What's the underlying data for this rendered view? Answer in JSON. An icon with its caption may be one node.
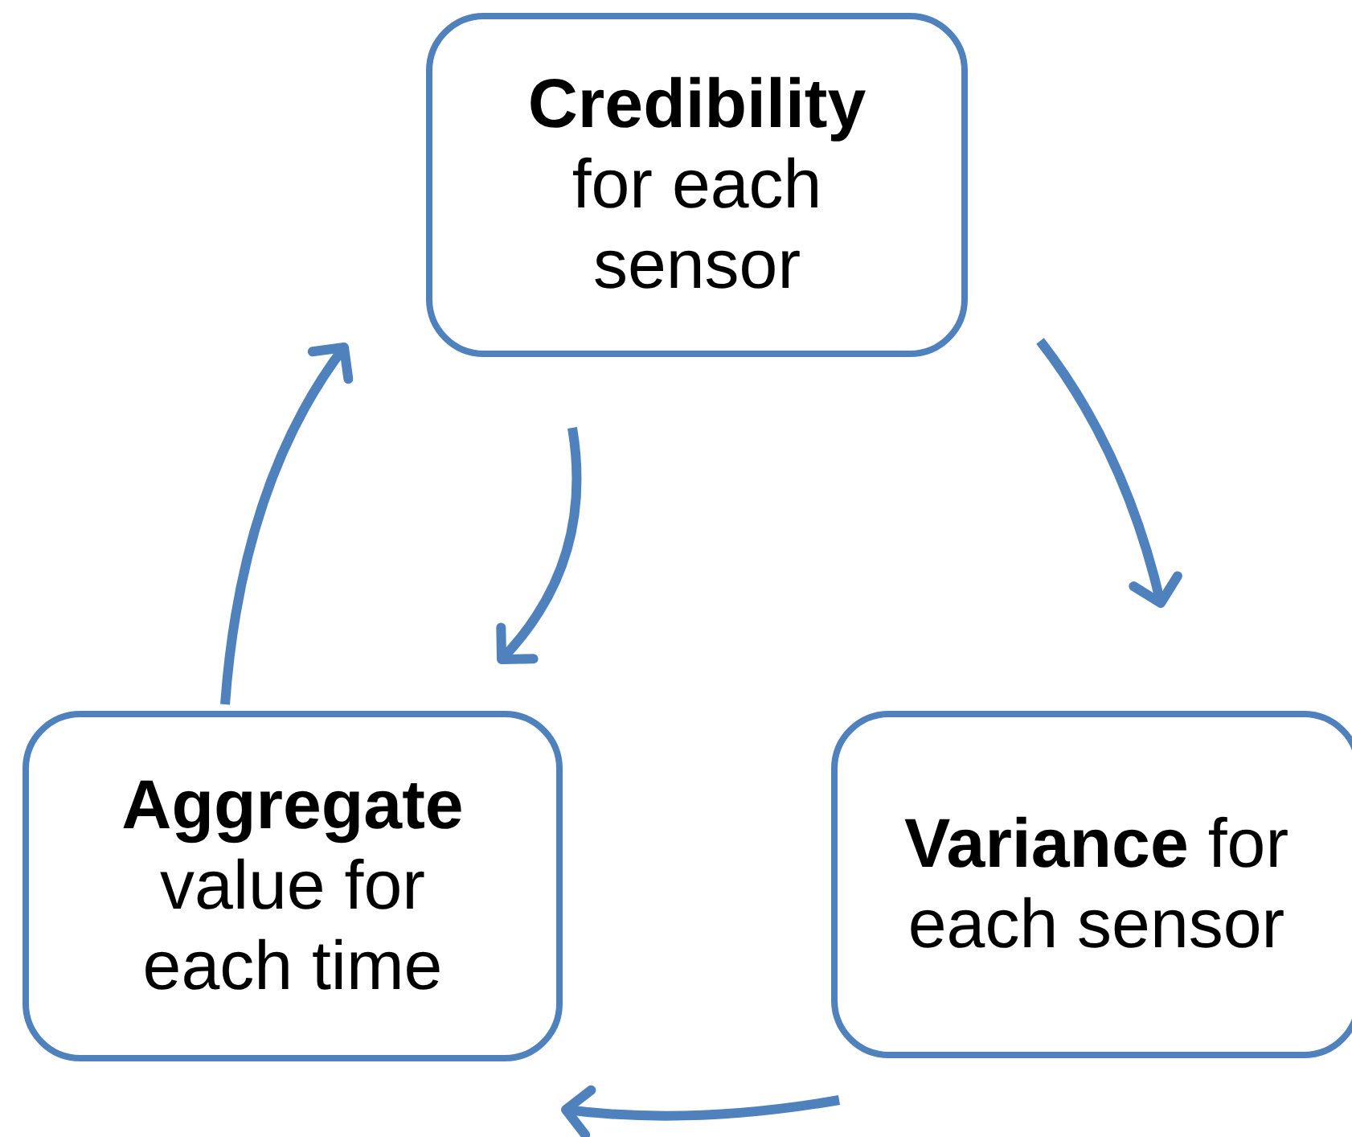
{
  "diagram": {
    "nodes": [
      {
        "text": [
          "Credibility",
          "for each sensor"
        ]
      },
      {
        "text": [
          "**Variance** for each sensor"
        ]
      },
      {
        "text": [
          "Aggregate",
          "value for each time"
        ]
      }
    ],
    "edges": [
      {
        "from": 0,
        "to": 1,
        "arrow": "to"
      },
      {
        "from": 1,
        "to": 2,
        "arrow": "to"
      },
      {
        "from": 2,
        "to": 0,
        "arrow": "to"
      },
      {
        "from": 0,
        "to": 2,
        "arrow": "to"
      }
    ]
  }
}
